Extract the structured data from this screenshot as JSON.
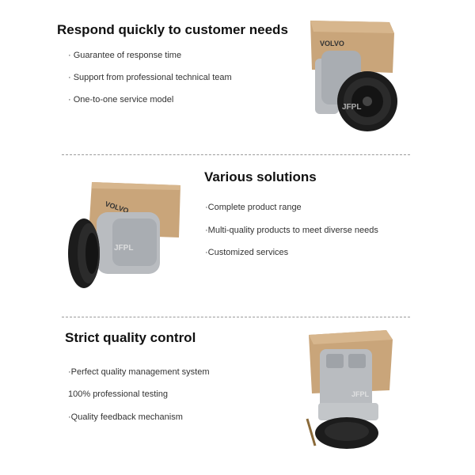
{
  "sections": [
    {
      "heading": "Respond quickly to customer needs",
      "items": [
        "· Guarantee of response time",
        "· Support from professional technical team",
        "· One-to-one service model"
      ],
      "image_icon": "compressor-photo"
    },
    {
      "heading": "Various solutions",
      "items": [
        "·Complete product range",
        "·Multi-quality products to meet diverse needs",
        "·Customized services"
      ],
      "image_icon": "compressor-photo"
    },
    {
      "heading": "Strict quality control",
      "items": [
        "·Perfect quality management system",
        "100% professional testing",
        "·Quality feedback mechanism"
      ],
      "image_icon": "compressor-photo"
    }
  ],
  "box_brand": "VOLVO",
  "watermark": "JFPL",
  "colors": {
    "box": "#c9a57a",
    "box_dark": "#a7865e",
    "metal": "#b9bcc0",
    "pulley": "#1c1c1c",
    "divider": "#9a9a9a"
  }
}
